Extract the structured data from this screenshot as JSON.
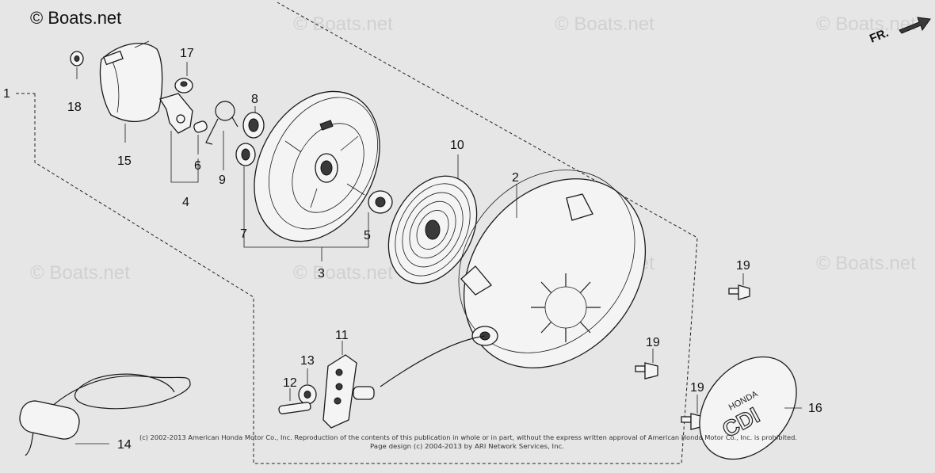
{
  "diagram": {
    "watermark_main": "© Boats.net",
    "watermark_repeat": "© Boats.net",
    "orientation_label": "FR.",
    "brand_text": "HONDA",
    "cover_text": "CDI",
    "copyright_line_1": "(c) 2002-2013 American Honda Motor Co., Inc. Reproduction of the contents of this publication in whole or in part, without the express written approval of American Honda Motor Co., Inc. is prohibited.",
    "copyright_line_2": "Page design (c) 2004-2013 by ARI Network Services, Inc.",
    "labels": {
      "p1": "1",
      "p2": "2",
      "p3": "3",
      "p4": "4",
      "p5": "5",
      "p6": "6",
      "p7": "7",
      "p8": "8",
      "p9": "9",
      "p10": "10",
      "p11": "11",
      "p12": "12",
      "p13": "13",
      "p14": "14",
      "p15": "15",
      "p16": "16",
      "p17": "17",
      "p18": "18",
      "p19a": "19",
      "p19b": "19",
      "p19c": "19"
    }
  }
}
